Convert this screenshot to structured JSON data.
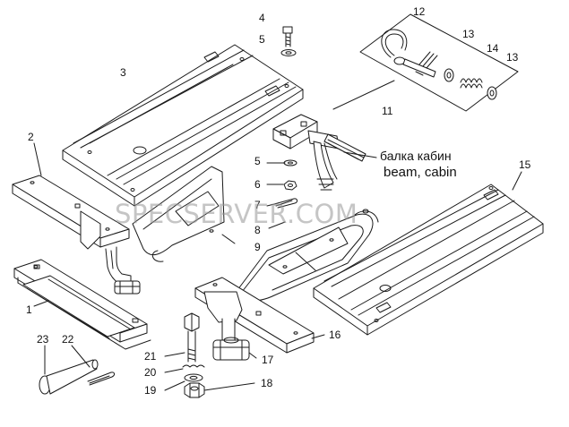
{
  "callouts": {
    "n1": "1",
    "n2": "2",
    "n3": "3",
    "n4": "4",
    "n5a": "5",
    "n5b": "5",
    "n6": "6",
    "n7": "7",
    "n8": "8",
    "n9": "9",
    "n11": "11",
    "n12": "12",
    "n13a": "13",
    "n13b": "13",
    "n14": "14",
    "n15": "15",
    "n16": "16",
    "n17": "17",
    "n18": "18",
    "n19": "19",
    "n20": "20",
    "n21": "21",
    "n22": "22",
    "n23": "23"
  },
  "beam_label": {
    "russian": "балка кабин",
    "english": "beam, cabin"
  },
  "watermark": "SPECSERVER.COM",
  "line_color": "#1a1a1a",
  "fill_color": "#ffffff"
}
